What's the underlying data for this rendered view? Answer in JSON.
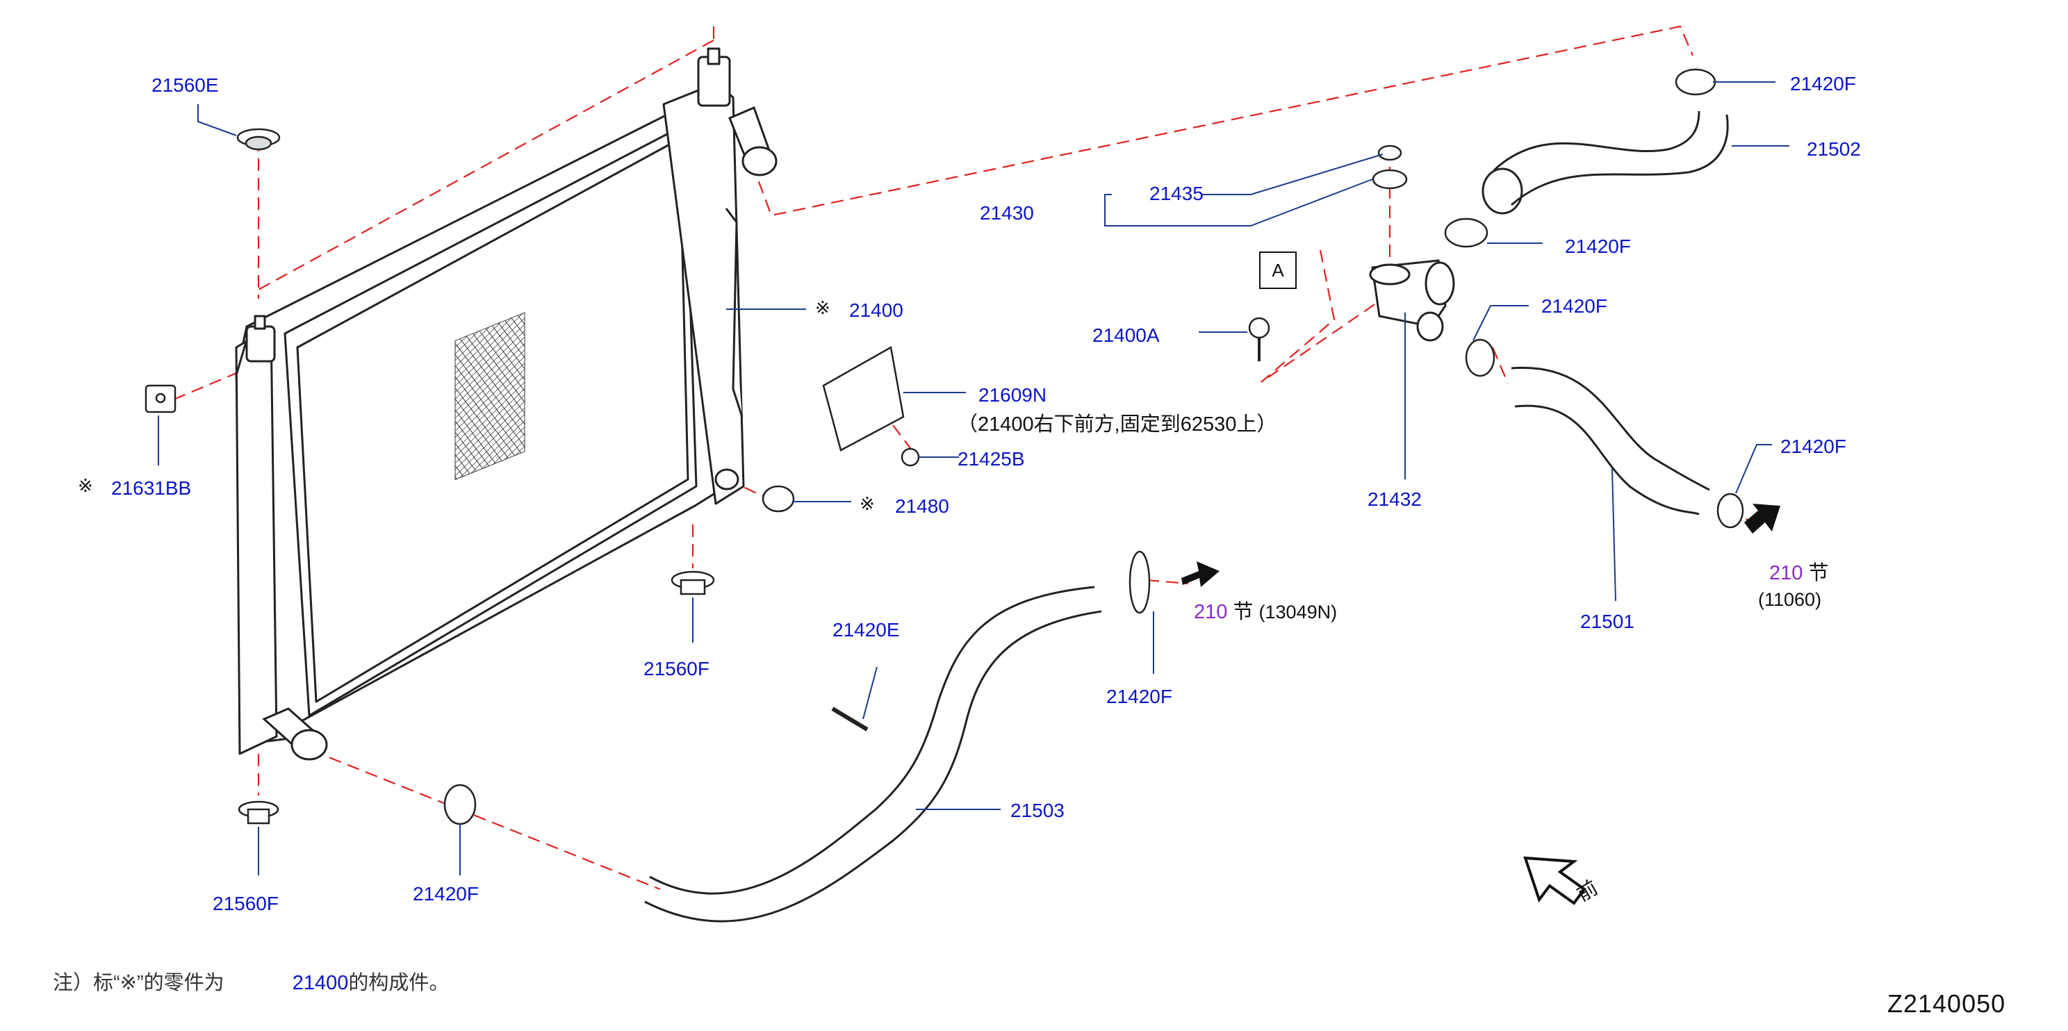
{
  "labels": {
    "p21560E": "21560E",
    "p21400": "21400",
    "p21631BB": "21631BB",
    "p21609N": "21609N",
    "p21425B": "21425B",
    "p21480": "21480",
    "p21560F_a": "21560F",
    "p21560F_b": "21560F",
    "p21420F_bl": "21420F",
    "p21420E": "21420E",
    "p21503": "21503",
    "p21420F_sec": "21420F",
    "p21430": "21430",
    "p21435": "21435",
    "p21400A": "21400A",
    "p21432": "21432",
    "p21420F_t1": "21420F",
    "p21502": "21502",
    "p21420F_t2": "21420F",
    "p21420F_t3": "21420F",
    "p21420F_t4": "21420F",
    "p21501": "21501"
  },
  "marks": {
    "asterisk": "※"
  },
  "box_a": "A",
  "note_mount": "（21400右下前方,固定到62530上）",
  "section_refs": {
    "left_num": "210",
    "left_word": "节",
    "left_code": "(13049N)",
    "right_num": "210",
    "right_word": "节",
    "right_code": "(11060)"
  },
  "front": "前",
  "footnote": {
    "prefix": "注）标“",
    "symbol": "※",
    "mid": "”的零件为",
    "part": "21400",
    "suffix": "的构成件。"
  },
  "diagram_code": "Z2140050",
  "colors": {
    "label": "#0a14c8",
    "section": "#8a2bd0",
    "dash": "#e02020",
    "line": "#222222"
  }
}
